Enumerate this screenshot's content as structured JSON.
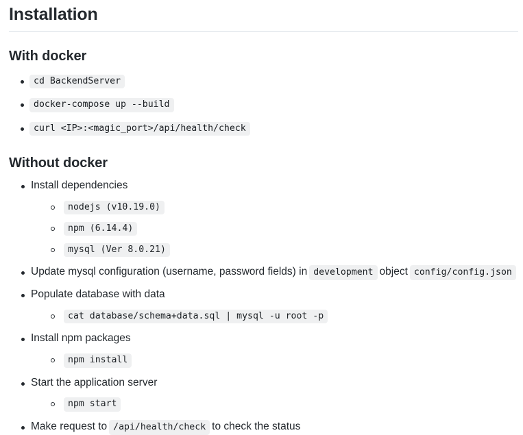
{
  "document": {
    "title": "Installation"
  },
  "sections": [
    {
      "id": "with-docker",
      "heading": "With docker",
      "items": [
        {
          "type": "code",
          "code": "cd BackendServer"
        },
        {
          "type": "code",
          "code": "docker-compose up --build"
        },
        {
          "type": "code",
          "code": "curl <IP>:<magic_port>/api/health/check"
        }
      ]
    },
    {
      "id": "without-docker",
      "heading": "Without docker",
      "items": [
        {
          "type": "text",
          "text": "Install dependencies",
          "children": [
            {
              "type": "code",
              "code": "nodejs (v10.19.0)"
            },
            {
              "type": "code",
              "code": "npm (6.14.4)"
            },
            {
              "type": "code",
              "code": "mysql (Ver 8.0.21)"
            }
          ]
        },
        {
          "type": "rich",
          "parts": [
            {
              "kind": "text",
              "value": "Update mysql configuration (username, password fields) in"
            },
            {
              "kind": "code",
              "value": "development"
            },
            {
              "kind": "text",
              "value": "object"
            },
            {
              "kind": "code",
              "value": "config/config.json"
            }
          ]
        },
        {
          "type": "text",
          "text": "Populate database with data",
          "children": [
            {
              "type": "code",
              "code": "cat database/schema+data.sql | mysql -u root -p"
            }
          ]
        },
        {
          "type": "text",
          "text": "Install npm packages",
          "children": [
            {
              "type": "code",
              "code": "npm install"
            }
          ]
        },
        {
          "type": "text",
          "text": "Start the application server",
          "children": [
            {
              "type": "code",
              "code": "npm start"
            }
          ]
        },
        {
          "type": "rich",
          "parts": [
            {
              "kind": "text",
              "value": "Make request to"
            },
            {
              "kind": "code",
              "value": "/api/health/check"
            },
            {
              "kind": "text",
              "value": "to check the status"
            }
          ]
        }
      ]
    }
  ],
  "theme": {
    "text_color": "#24292e",
    "code_background": "#eff0f1",
    "rule_color": "#d6dde3",
    "page_background": "#ffffff"
  }
}
